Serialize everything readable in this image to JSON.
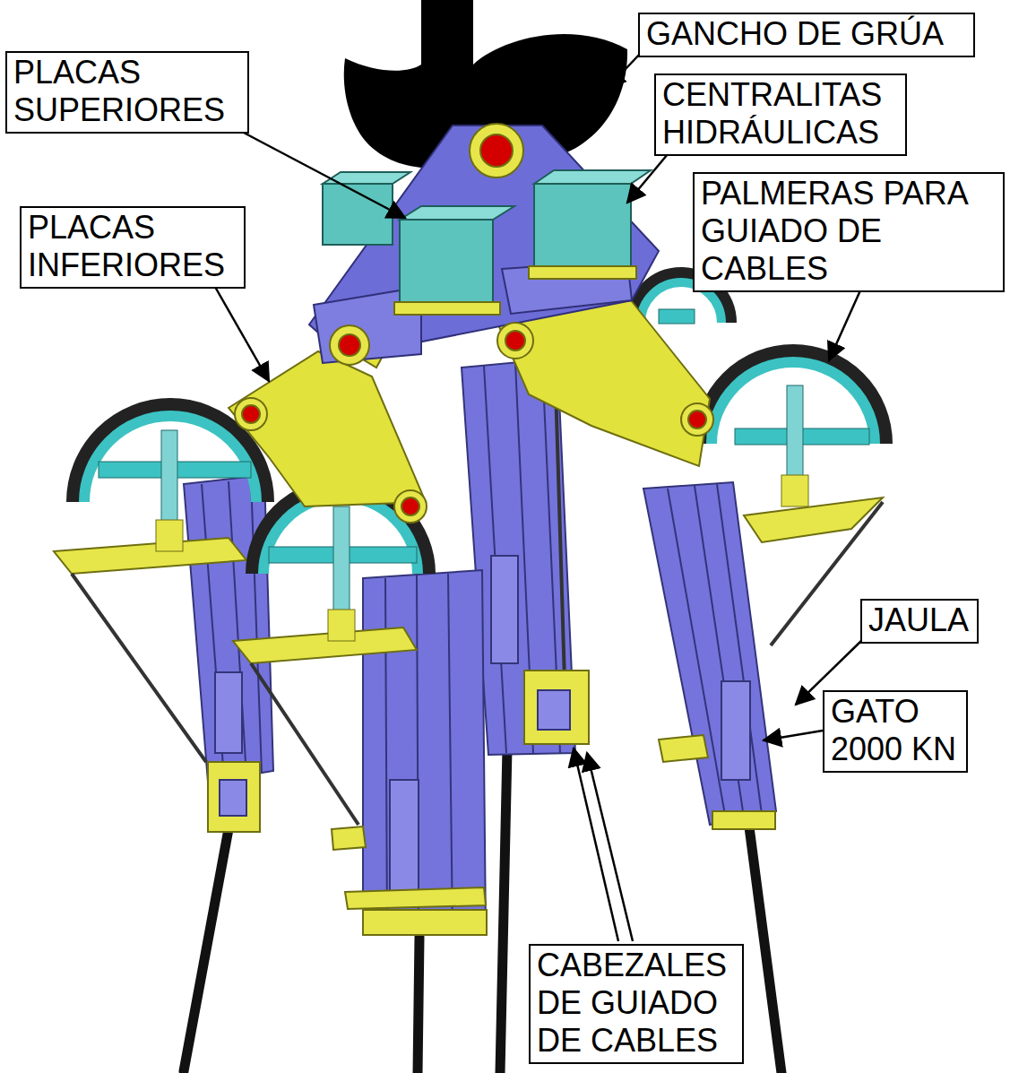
{
  "diagram": {
    "nodes": [
      {
        "text": [
          "GANCHO DE GRÚA"
        ]
      },
      {
        "text": [
          "PLACAS SUPERIORES"
        ]
      },
      {
        "text": [
          "CENTRALITAS HIDRÁULICAS"
        ]
      },
      {
        "text": [
          "PALMERAS PARA GUIADO DE CABLES"
        ]
      },
      {
        "text": [
          "PLACAS INFERIORES"
        ]
      },
      {
        "text": [
          "JAULA"
        ]
      },
      {
        "text": [
          "GATO 2000 KN"
        ]
      },
      {
        "text": [
          "CABEZALES DE GUIADO DE CABLES"
        ]
      }
    ]
  }
}
